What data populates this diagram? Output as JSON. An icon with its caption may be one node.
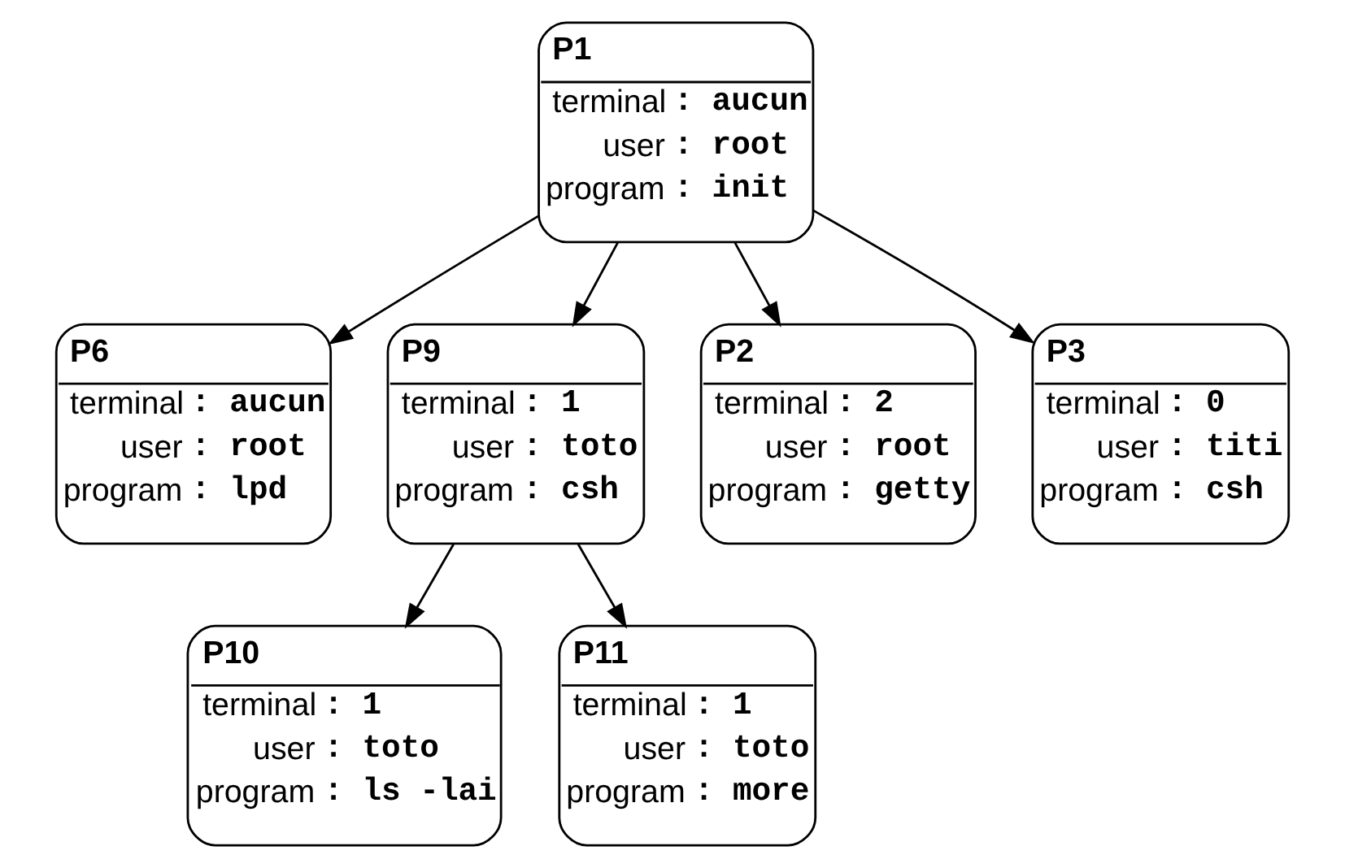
{
  "diagram": {
    "nodes": [
      {
        "text": [
          "P1",
          "terminal",
          ": aucun",
          "user",
          ": root",
          "program",
          ": init"
        ]
      },
      {
        "text": [
          "P6",
          "terminal",
          ": aucun",
          "user",
          ": root",
          "program",
          ": lpd"
        ]
      },
      {
        "text": [
          "P9",
          "terminal",
          ": 1",
          "user",
          ": toto",
          "program",
          ": csh"
        ]
      },
      {
        "text": [
          "P2",
          "terminal",
          ": 2",
          "user",
          ": root",
          "program",
          ": getty"
        ]
      },
      {
        "text": [
          "P3",
          "terminal",
          ": 0",
          "user",
          ": titi",
          "program",
          ": csh"
        ]
      },
      {
        "text": [
          "P10",
          "terminal",
          ": 1",
          "user",
          ": toto",
          "program",
          ": ls -lai"
        ]
      },
      {
        "text": [
          "P11",
          "terminal",
          ": 1",
          "user",
          ": toto",
          "program",
          ": more"
        ]
      }
    ],
    "edges": [
      {
        "from": 0,
        "to": 1,
        "arrow": "to"
      },
      {
        "from": 0,
        "to": 4,
        "arrow": "to"
      },
      {
        "from": 0,
        "to": 2,
        "arrow": "to"
      },
      {
        "from": 0,
        "to": 3,
        "arrow": "to"
      },
      {
        "from": 2,
        "to": 5,
        "arrow": "to"
      },
      {
        "from": 2,
        "to": 6,
        "arrow": "to"
      }
    ]
  }
}
